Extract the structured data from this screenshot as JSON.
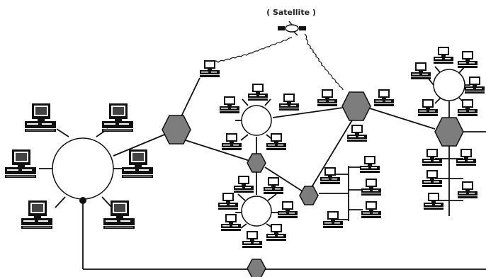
{
  "diagram": {
    "satellite_label": "( Satellite )",
    "colors": {
      "background": "#ffffff",
      "line": "#111111",
      "hub_fill": "#7d7d7d",
      "ring_fill": "#ffffff",
      "computer_dark": "#111111",
      "computer_light": "#ffffff"
    },
    "node_kinds": [
      "token-ring",
      "gateway-hexagon",
      "workstation-computer",
      "bus-backbone",
      "satellite",
      "microwave-link"
    ]
  }
}
